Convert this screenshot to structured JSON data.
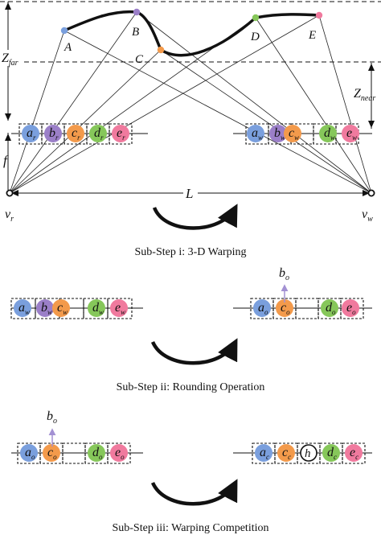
{
  "colors": {
    "a": "#7a9fdd",
    "b": "#9b7fc8",
    "c": "#f39a4b",
    "d": "#86c75a",
    "e": "#f07a9e",
    "arrow": "#a391d3"
  },
  "step1": {
    "caption": "Sub-Step i: 3-D Warping",
    "points": [
      {
        "label": "A"
      },
      {
        "label": "B"
      },
      {
        "label": "C"
      },
      {
        "label": "D"
      },
      {
        "label": "E"
      }
    ],
    "z_far": {
      "main": "Z",
      "sub": "far"
    },
    "z_near": {
      "main": "Z",
      "sub": "near"
    },
    "f_label": "f",
    "baseline": "L",
    "vr": {
      "main": "v",
      "sub": "r"
    },
    "vw": {
      "main": "v",
      "sub": "w"
    },
    "left_pixels": [
      {
        "key": "a",
        "main": "a",
        "sub": "r"
      },
      {
        "key": "b",
        "main": "b",
        "sub": "r"
      },
      {
        "key": "c",
        "main": "c",
        "sub": "r"
      },
      {
        "key": "d",
        "main": "d",
        "sub": "r"
      },
      {
        "key": "e",
        "main": "e",
        "sub": "r"
      }
    ],
    "right_pixels": [
      {
        "key": "a",
        "main": "a",
        "sub": "w"
      },
      {
        "key": "b",
        "main": "b",
        "sub": "w"
      },
      {
        "key": "c",
        "main": "c",
        "sub": "w"
      },
      {
        "key": "d",
        "main": "d",
        "sub": "w"
      },
      {
        "key": "e",
        "main": "e",
        "sub": "w"
      }
    ]
  },
  "step2": {
    "caption": "Sub-Step ii: Rounding Operation",
    "popped": {
      "main": "b",
      "sub": "o"
    },
    "left_pixels": [
      {
        "key": "a",
        "main": "a",
        "sub": "w"
      },
      {
        "key": "b",
        "main": "b",
        "sub": "w"
      },
      {
        "key": "c",
        "main": "c",
        "sub": "w"
      },
      {
        "key": "d",
        "main": "d",
        "sub": "w"
      },
      {
        "key": "e",
        "main": "e",
        "sub": "w"
      }
    ],
    "right_pixels": [
      {
        "key": "a",
        "main": "a",
        "sub": "o"
      },
      {
        "key": "c",
        "main": "c",
        "sub": "o"
      },
      {
        "key": "d",
        "main": "d",
        "sub": "o"
      },
      {
        "key": "e",
        "main": "e",
        "sub": "o"
      }
    ]
  },
  "step3": {
    "caption": "Sub-Step iii: Warping Competition",
    "popped": {
      "main": "b",
      "sub": "o"
    },
    "hole": "h",
    "left_pixels": [
      {
        "key": "a",
        "main": "a",
        "sub": "o"
      },
      {
        "key": "c",
        "main": "c",
        "sub": "o"
      },
      {
        "key": "d",
        "main": "d",
        "sub": "o"
      },
      {
        "key": "e",
        "main": "e",
        "sub": "o"
      }
    ],
    "right_pixels": [
      {
        "key": "a",
        "main": "a",
        "sub": "c"
      },
      {
        "key": "c",
        "main": "c",
        "sub": "c"
      },
      {
        "key": "d",
        "main": "d",
        "sub": "c"
      },
      {
        "key": "e",
        "main": "e",
        "sub": "c"
      }
    ]
  }
}
